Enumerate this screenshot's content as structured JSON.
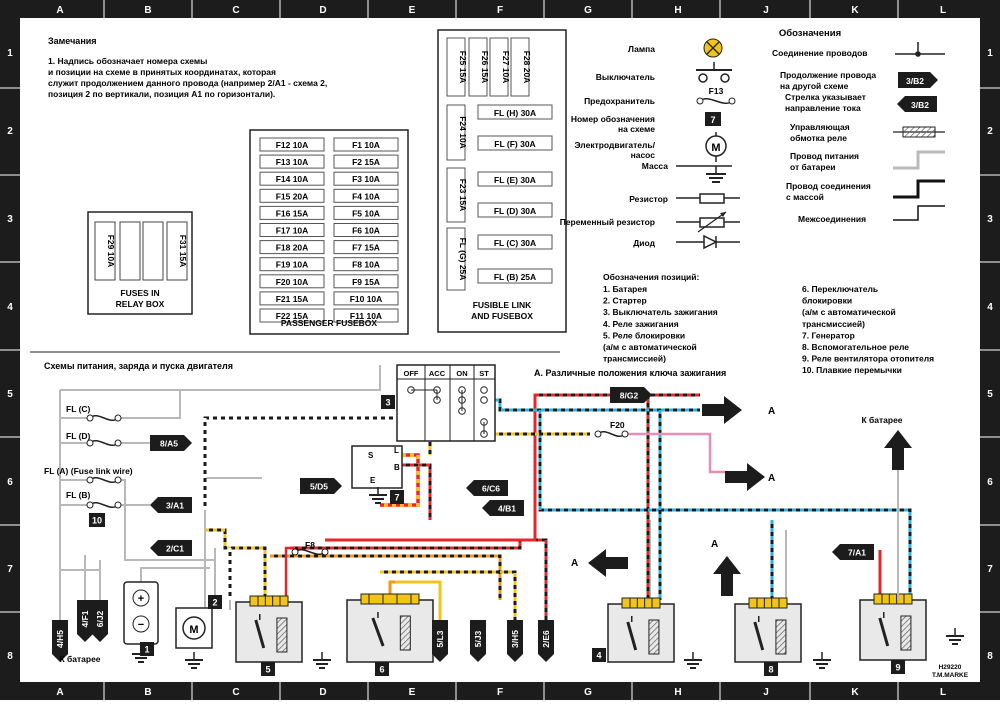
{
  "grid": {
    "columns": [
      "A",
      "B",
      "C",
      "D",
      "E",
      "F",
      "G",
      "H",
      "J",
      "K",
      "L"
    ],
    "rows": [
      "1",
      "2",
      "3",
      "4",
      "5",
      "6",
      "7",
      "8"
    ]
  },
  "notes": {
    "title": "Замечания",
    "lines": [
      "1. Надпись обозначает номера схемы",
      "и позиции на схеме в принятых координатах, которая",
      "служит продолжением данного провода (например 2/A1 - схема 2,",
      "позиция 2 по вертикали, позиция A1 по горизонтали)."
    ]
  },
  "passenger_fusebox": {
    "title": "PASSENGER FUSEBOX",
    "left": [
      "F12 10A",
      "F13 10A",
      "F14 10A",
      "F15 20A",
      "F16 15A",
      "F17 10A",
      "F18 20A",
      "F19 10A",
      "F20 10A",
      "F21 15A",
      "F22 15A"
    ],
    "right": [
      "F1 10A",
      "F2 15A",
      "F3 10A",
      "F4 10A",
      "F5 10A",
      "F6 10A",
      "F7 15A",
      "F8 10A",
      "F9 15A",
      "F10 10A",
      "F11 10A"
    ]
  },
  "relay_box": {
    "title_1": "FUSES IN",
    "title_2": "RELAY BOX",
    "fuse_left": "F29 10A",
    "fuse_right": "F31 15A"
  },
  "fusible_link_box": {
    "title_1": "FUSIBLE LINK",
    "title_2": "AND FUSEBOX",
    "top_fuses": [
      "F25 15A",
      "F26 15A",
      "F27 10A",
      "F28 20A"
    ],
    "side_fuses": [
      "F24 10A",
      "F23 15A",
      "FL (G) 25A"
    ],
    "links": [
      "FL (H) 30A",
      "FL (F) 30A",
      "FL (E) 30A",
      "FL (D) 30A",
      "FL (C) 30A",
      "FL (B) 25A"
    ]
  },
  "symbols": {
    "lamp": "Лампа",
    "switch": "Выключатель",
    "fuse": "Предохранитель",
    "fuse_tag": "F13",
    "diagram_no_1": "Номер обозначения",
    "diagram_no_2": "на схеме",
    "diagram_no_tag": "7",
    "motor_1": "Электродвигатель/",
    "motor_2": "насос",
    "motor_tag": "M",
    "ground": "Масса",
    "resistor": "Резистор",
    "var_resistor": "Переменный резистор",
    "diode": "Диод"
  },
  "legend": {
    "title": "Обозначения",
    "wire_join": "Соединение проводов",
    "continue_1": "Продолжение провода",
    "continue_2": "на другой схеме",
    "continue_tag": "3/B2",
    "current_1": "Стрелка указывает",
    "current_2": "направление тока",
    "current_tag": "3/B2",
    "relay_coil_1": "Управляющая",
    "relay_coil_2": "обмотка реле",
    "battery_feed_1": "Провод питания",
    "battery_feed_2": "от батареи",
    "ground_wire_1": "Провод соединения",
    "ground_wire_2": "с массой",
    "interconnect": "Межсоединения"
  },
  "positions": {
    "title": "Обозначения позиций:",
    "left": [
      "1. Батарея",
      "2. Стартер",
      "3. Выключатель зажигания",
      "4. Реле зажигания",
      "5. Реле блокировки",
      "(а/м с автоматической",
      "трансмиссией)"
    ],
    "right": [
      "6. Переключатель",
      "блокировки",
      "(а/м с автоматической",
      "трансмиссией)",
      "7. Генератор",
      "8. Вспомогательное реле",
      "9. Реле вентилятора отопителя",
      "10. Плавкие перемычки"
    ]
  },
  "schematic": {
    "title": "Схемы питания, заряда и пуска двигателя",
    "key_positions": "A. Различные положения ключа зажигания",
    "switch_cols": [
      "OFF",
      "ACC",
      "ON",
      "ST"
    ],
    "fl_labels": [
      "FL (C)",
      "FL (D)",
      "FL (A) (Fuse link wire)",
      "FL (B)"
    ],
    "fl_tag": "10",
    "refs": {
      "r8a5": "8/A5",
      "r5d5": "5/D5",
      "r3a1": "3/A1",
      "r2c1": "2/C1",
      "r6c6": "6/C6",
      "r4b1": "4/B1",
      "r8g2": "8/G2",
      "r7a1": "7/A1",
      "r4h5": "4/H5",
      "r4f1": "4/F1",
      "r6j2": "6/J2",
      "r5l3": "5/L3",
      "r5j3": "5/J3",
      "r3h5": "3/H5",
      "r2e6": "2/E6"
    },
    "fuse_f8": "F8",
    "fuse_f20": "F20",
    "arrow_a": "A",
    "to_battery": "К батарее",
    "gen_terminals": [
      "S",
      "L",
      "B",
      "E"
    ],
    "component_tags": [
      "1",
      "2",
      "3",
      "4",
      "5",
      "6",
      "7",
      "8",
      "9"
    ],
    "battery_plus": "+",
    "battery_minus": "−",
    "motor_tag": "M"
  },
  "credit": {
    "line1": "H29220",
    "line2": "T.M.MARKE"
  },
  "wire_colors": {
    "red": "#e8262a",
    "blue": "#2ab3e6",
    "yellow": "#f2c417",
    "orange": "#f29a17",
    "pink": "#e58fb6",
    "black": "#1a1a1a",
    "gray": "#b8b8b8",
    "frame": "#1c1c1c"
  }
}
